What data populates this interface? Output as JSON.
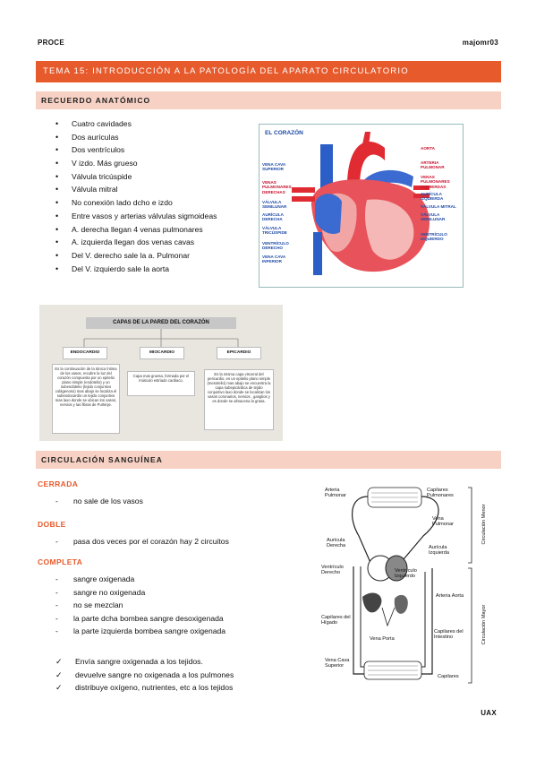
{
  "header": {
    "left": "PROCE",
    "right": "majomr03"
  },
  "footer": {
    "right": "UAX"
  },
  "title": "TEMA 15: INTRODUCCIÓN A LA PATOLOGÍA DEL APARATO CIRCULATORIO",
  "section1": {
    "heading": "RECUERDO ANATÓMICO",
    "items": [
      "Cuatro cavidades",
      "Dos aurículas",
      "Dos ventrículos",
      "V izdo. Más grueso",
      "Válvula tricúspide",
      "Válvula mitral",
      "No conexión lado dcho e izdo",
      "Entre vasos y arterias válvulas sigmoideas",
      "A. derecha llegan 4 venas pulmonares",
      "A. izquierda llegan dos venas cavas",
      "Del V. derecho sale la a. Pulmonar",
      "Del V. izquierdo sale la aorta"
    ]
  },
  "heart_figure": {
    "title": "EL CORAZÓN",
    "left_labels": [
      "VENA CAVA SUPERIOR",
      "VENAS PULMONARES DERECHAS",
      "VÁLVULA SEMILUNAR",
      "AURÍCULA DERECHA",
      "VÁLVULA TRICÚSPIDE",
      "VENTRÍCULO DERECHO",
      "VENA CAVA INFERIOR"
    ],
    "right_labels": [
      "AORTA",
      "ARTERIA PULMONAR",
      "VENAS PULMONARES IZQUIERDAS",
      "AURÍCULA IZQUIERDA",
      "VÁLVULA MITRAL",
      "VÁLVULA SEMILUNAR",
      "VENTRÍCULO IZQUIERDO"
    ]
  },
  "layers_figure": {
    "title": "CAPAS DE LA PARED DEL CORAZÓN",
    "columns": [
      {
        "head": "ENDOCARDIO",
        "text": "Es la continuación de la túnica íntima de los vasos, recubre la luz del corazón compuesta por un epitelio plano simple (endotelio) y un subendotelio (tejido conjuntivo colágenoso) mas abajo se localiza el subendocardio un tejido conjuntivo mas laxo donde se ubican los vasos, nervios y las fibras de Purkinje."
      },
      {
        "head": "MIOCARDIO",
        "text": "Capa mas gruesa, formada por el músculo estriado cardiaco."
      },
      {
        "head": "EPICARDIO",
        "text": "Es la misma capa visceral del pericardio, es un epitelio plano simple (mesotelio) mas abajo se encuentra la capa subepicárdica de tejido conjuntivo laxo donde se localizan los vasos coronarios, nervios , ganglios y es donde se almacena la grasa."
      }
    ]
  },
  "section2": {
    "heading": "CIRCULACIÓN SANGUÍNEA",
    "cerrada": {
      "label": "CERRADA",
      "items": [
        "no sale de los vasos"
      ]
    },
    "doble": {
      "label": "DOBLE",
      "items": [
        "pasa dos veces por el corazón hay 2 circuitos"
      ]
    },
    "completa": {
      "label": "COMPLETA",
      "items": [
        "sangre oxigenada",
        "sangre no oxigenada",
        "no se mezclan",
        "la parte dcha bombea sangre desoxigenada",
        "la parte izquierda bombea sangre oxigenada"
      ]
    },
    "checks": [
      "Envía sangre oxigenada a los tejidos.",
      "devuelve sangre no oxigenada a los pulmones",
      "distribuye oxígeno, nutrientes, etc a los tejidos"
    ]
  },
  "circulation_figure": {
    "labels": {
      "arteria_pulmonar": "Arteria Pulmonar",
      "capilares_top": "Capilares Pulmonares",
      "vena_pulmonar": "Vena Pulmonar",
      "auricula_der": "Aurícula Derecha",
      "auricula_izq": "Aurícula Izquierda",
      "ventriculo_der": "Ventrículo Derecho",
      "ventriculo_izq": "Ventrículo Izquierdo",
      "arteria_aorta": "Arteria Aorta",
      "capilares_higado": "Capilares del Hígado",
      "vena_porta": "Vena Porta",
      "capilares_intestino": "Capilares del Intestino",
      "vena_cava": "Vena Cava Superior",
      "capilares_bottom": "Capilares",
      "circ_menor": "Circulación Menor",
      "circ_mayor": "Circulación Mayor"
    }
  },
  "colors": {
    "accent": "#e65a2c",
    "section_bg": "#f6d1c4",
    "blue": "#1d4aa8",
    "red": "#c8102e"
  }
}
